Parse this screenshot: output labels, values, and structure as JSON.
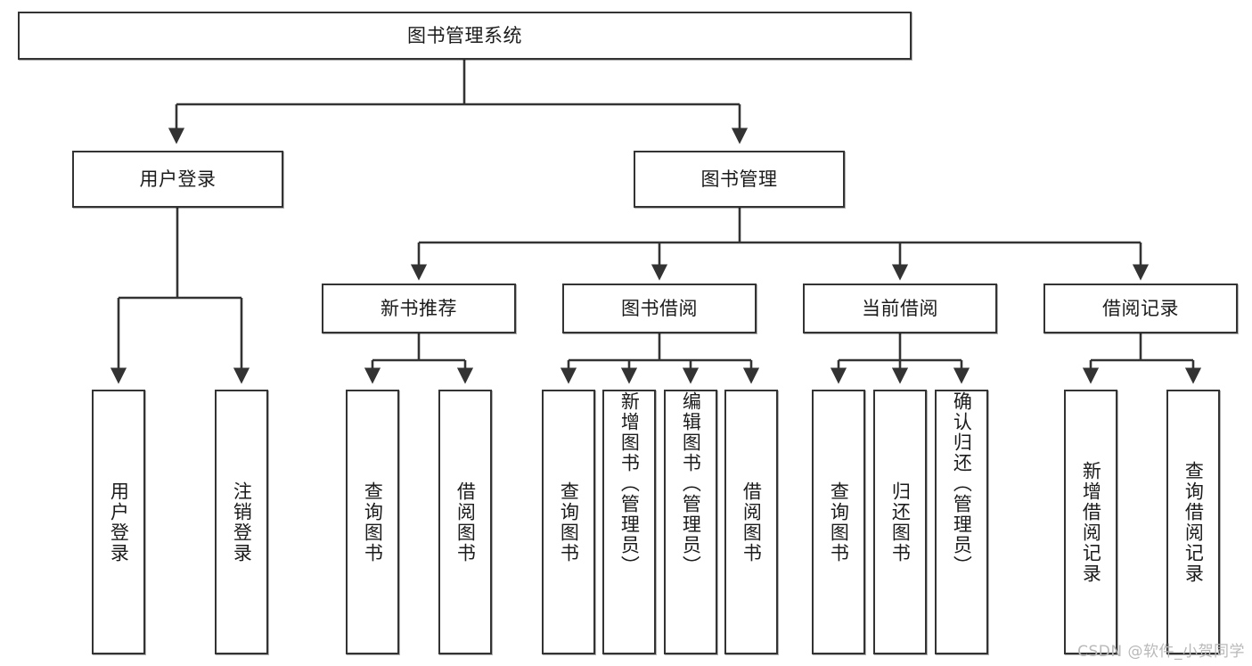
{
  "diagram": {
    "title": "图书管理系统",
    "type": "tree-hierarchy",
    "root": {
      "id": "root",
      "label": "图书管理系统"
    },
    "level2": [
      {
        "id": "user-login",
        "label": "用户登录"
      },
      {
        "id": "book-manage",
        "label": "图书管理"
      }
    ],
    "level3": [
      {
        "id": "new-book-rec",
        "label": "新书推荐"
      },
      {
        "id": "book-borrow",
        "label": "图书借阅"
      },
      {
        "id": "current-borrow",
        "label": "当前借阅"
      },
      {
        "id": "borrow-record",
        "label": "借阅记录"
      }
    ],
    "leaves": {
      "user_login": [
        {
          "id": "leaf-user-login",
          "label": "用户登录"
        },
        {
          "id": "leaf-logout-login",
          "label": "注销登录"
        }
      ],
      "new_book_rec": [
        {
          "id": "leaf-query-book-1",
          "label": "查询图书"
        },
        {
          "id": "leaf-borrow-book-1",
          "label": "借阅图书"
        }
      ],
      "book_borrow": [
        {
          "id": "leaf-query-book-2",
          "label": "查询图书"
        },
        {
          "id": "leaf-add-book",
          "label": "新增图书（管理员）"
        },
        {
          "id": "leaf-edit-book",
          "label": "编辑图书（管理员）"
        },
        {
          "id": "leaf-borrow-book-2",
          "label": "借阅图书"
        }
      ],
      "current_borrow": [
        {
          "id": "leaf-query-book-3",
          "label": "查询图书"
        },
        {
          "id": "leaf-return-book",
          "label": "归还图书"
        },
        {
          "id": "leaf-confirm-return",
          "label": "确认归还（管理员）"
        }
      ],
      "borrow_record": [
        {
          "id": "leaf-add-record",
          "label": "新增借阅记录"
        },
        {
          "id": "leaf-query-record",
          "label": "查询借阅记录"
        }
      ]
    }
  },
  "watermark": {
    "text": "CSDN @软件_小贺同学"
  },
  "colors": {
    "border": "#333333",
    "text": "#1b1b1b",
    "background": "#ffffff",
    "watermark": "#b9b9b9"
  }
}
